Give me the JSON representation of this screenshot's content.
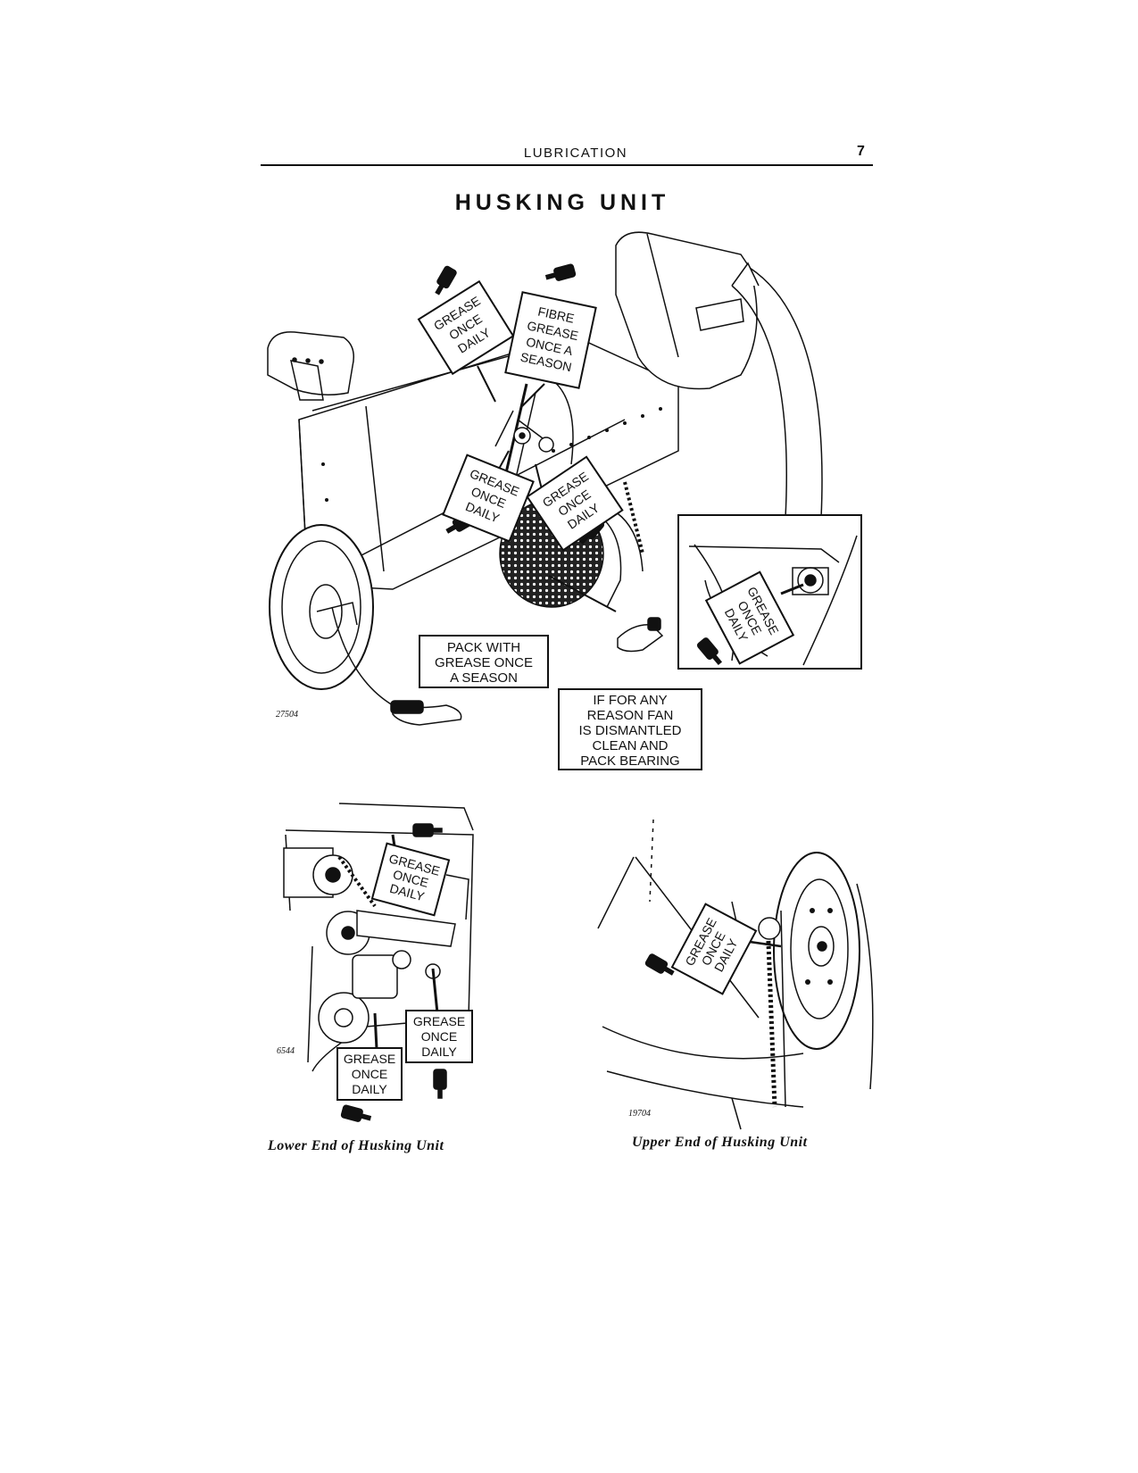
{
  "header": {
    "section_title": "LUBRICATION",
    "page_number": "7"
  },
  "page_heading": "HUSKING UNIT",
  "main_figure": {
    "figure_number": "27504",
    "labels": {
      "grease_top": [
        "GREASE",
        "ONCE",
        "DAILY"
      ],
      "fibre": [
        "FIBRE",
        "GREASE",
        "ONCE A",
        "SEASON"
      ],
      "grease_mid_left": [
        "GREASE",
        "ONCE",
        "DAILY"
      ],
      "grease_mid_right": [
        "GREASE",
        "ONCE",
        "DAILY"
      ],
      "grease_inset": [
        "GREASE",
        "ONCE",
        "DAILY"
      ],
      "pack": [
        "PACK WITH",
        "GREASE ONCE",
        "A SEASON"
      ],
      "fan": [
        "IF FOR ANY",
        "REASON FAN",
        "IS DISMANTLED",
        "CLEAN AND",
        "PACK BEARING"
      ]
    }
  },
  "lower_figure": {
    "figure_number": "6544",
    "caption": "Lower End of Husking Unit",
    "labels": {
      "grease_upper": [
        "GREASE",
        "ONCE",
        "DAILY"
      ],
      "grease_right": [
        "GREASE",
        "ONCE",
        "DAILY"
      ],
      "grease_bottom": [
        "GREASE",
        "ONCE",
        "DAILY"
      ]
    }
  },
  "upper_figure": {
    "figure_number": "19704",
    "caption": "Upper End of Husking Unit",
    "labels": {
      "grease": [
        "GREASE",
        "ONCE",
        "DAILY"
      ]
    }
  }
}
